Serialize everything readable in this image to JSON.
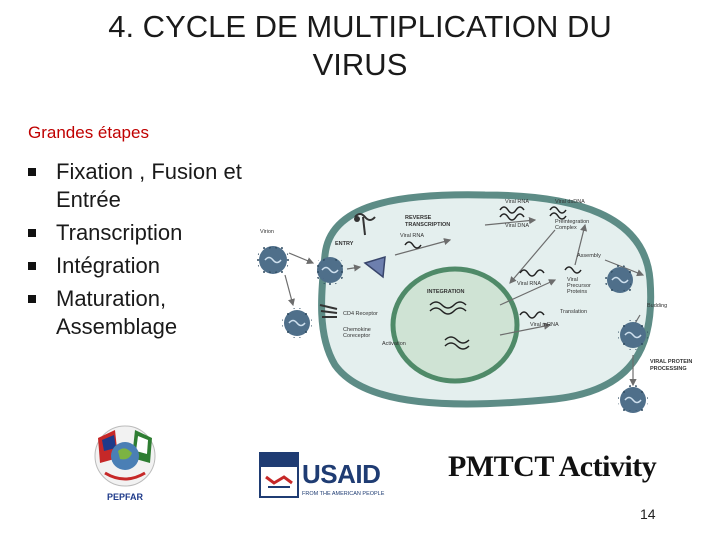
{
  "slide": {
    "title_line1": "4. CYCLE DE MULTIPLICATION DU",
    "title_line2": "VIRUS",
    "subtitle": "Grandes étapes",
    "bullets": [
      {
        "line1": "Fixation , Fusion et",
        "line2": "Entrée"
      },
      {
        "line1": "Transcription",
        "line2": ""
      },
      {
        "line1": "Intégration",
        "line2": ""
      },
      {
        "line1": "Maturation,",
        "line2": "Assemblage"
      }
    ],
    "page_number": "14"
  },
  "diagram": {
    "labels": {
      "virion": "Virion",
      "entry": "ENTRY",
      "reverse_transcription_1": "REVERSE",
      "reverse_transcription_2": "TRANSCRIPTION",
      "viral_rna_top": "Viral RNA",
      "viral_dna": "Viral DNA",
      "viral_rna_left": "Viral RNA",
      "preintegration_1": "Viral dsDNA",
      "preintegration_2": "Preintegration",
      "preintegration_3": "Complex",
      "assembly": "Assembly",
      "integration": "INTEGRATION",
      "viral_rna_mid": "Viral RNA",
      "viral_protein_1": "Viral",
      "viral_protein_2": "Precursor",
      "viral_protein_3": "Proteins",
      "budding": "Budding",
      "translation": "Translation",
      "viral_mrna": "Viral mRNA",
      "activation": "Activation",
      "cd4_receptor": "CD4 Receptor",
      "chemokine_1": "Chemokine",
      "chemokine_2": "Coreceptor",
      "viral_protein_processing_1": "VIRAL PROTEIN",
      "viral_protein_processing_2": "PROCESSING"
    },
    "colors": {
      "cell_fill": "#e4efee",
      "cell_border": "#5d8c86",
      "nucleus_fill": "#cfe3d4",
      "nucleus_border": "#4f8a68",
      "virus_fill": "#4f6f8a",
      "arrow": "#6d6d6d"
    }
  },
  "logos": {
    "pepfar_text": "PEPFAR",
    "usaid_text": "USAID",
    "usaid_tagline": "FROM THE AMERICAN PEOPLE",
    "pmtct_text": "PMTCT Activity"
  }
}
